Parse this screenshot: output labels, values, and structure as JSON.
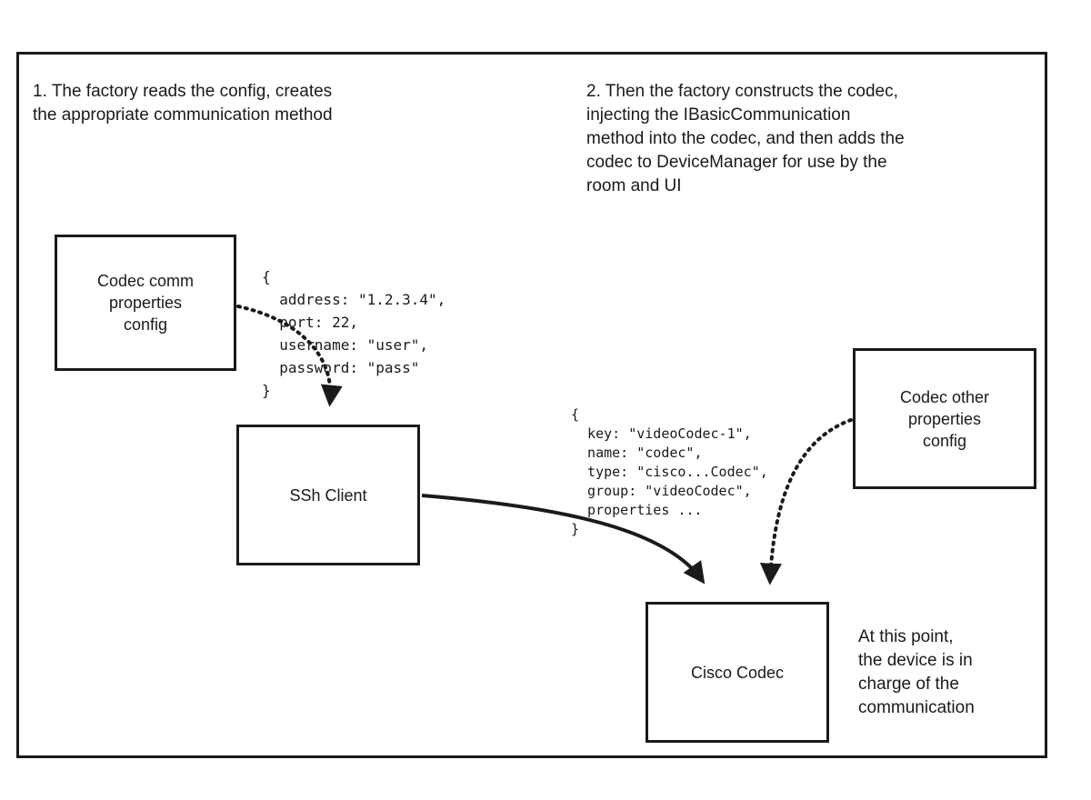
{
  "notes": {
    "step1": "1. The factory reads the config, creates\nthe appropriate communication method",
    "step2": "2. Then the factory constructs the codec,\ninjecting the IBasicCommunication\nmethod into the codec, and then adds the\ncodec to DeviceManager for use by the\nroom and UI",
    "at_this_point": "At this point,\nthe device is in\ncharge of the\ncommunication"
  },
  "boxes": {
    "codec_comm": "Codec comm\nproperties\nconfig",
    "ssh_client": "SSh Client",
    "codec_other": "Codec other\nproperties\nconfig",
    "cisco_codec": "Cisco Codec"
  },
  "code": {
    "comm_properties": "{\n  address: \"1.2.3.4\",\n  port: 22,\n  username: \"user\",\n  password: \"pass\"\n}",
    "codec_properties": "{\n  key: \"videoCodec-1\",\n  name: \"codec\",\n  type: \"cisco...Codec\",\n  group: \"videoCodec\",\n  properties ...\n}"
  },
  "colors": {
    "stroke": "#1a1a1a",
    "background": "#ffffff"
  }
}
